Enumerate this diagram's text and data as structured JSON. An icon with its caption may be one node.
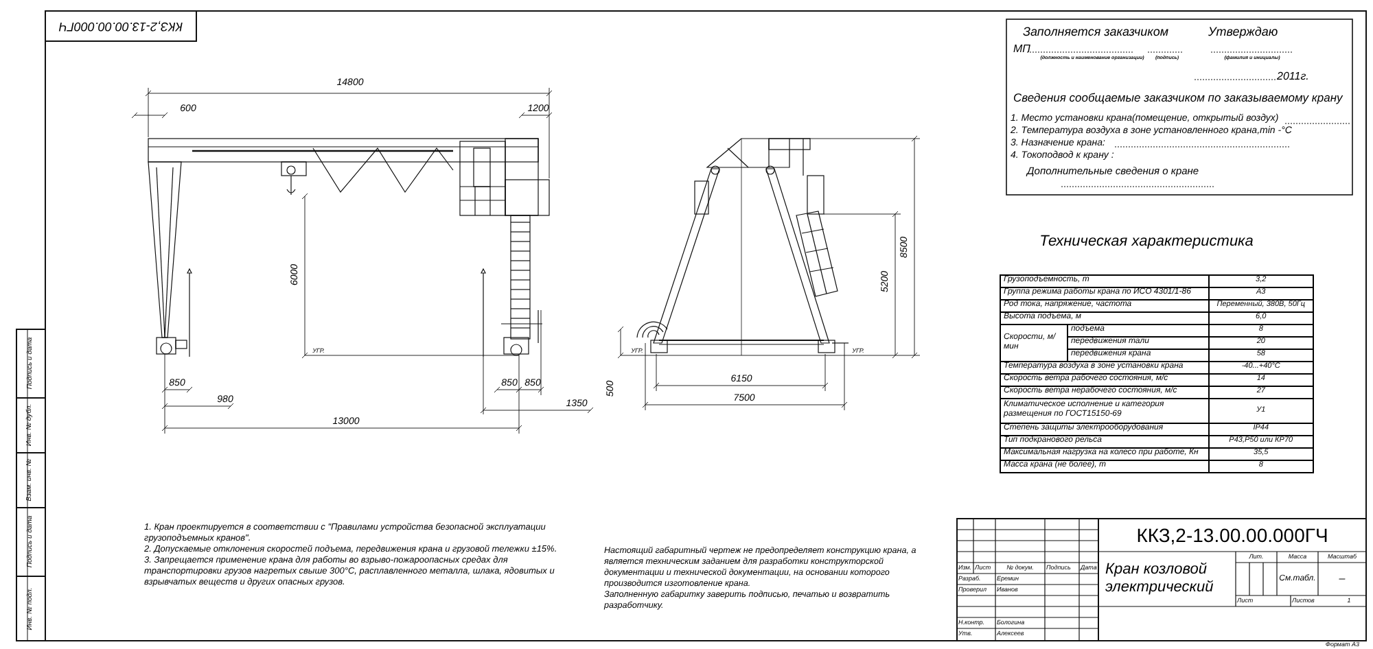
{
  "diagram": {
    "labels": [
      "ККЗ,2-13.00.00.000ГЧ",
      "14800",
      "600",
      "1200",
      "6000",
      "УГР.",
      "850",
      "980",
      "850",
      "850",
      "1350",
      "13000",
      "УГР.",
      "УГР.",
      "8500",
      "5200",
      "500",
      "6150",
      "7500",
      "Заполняется заказчиком",
      "Утверждаю",
      "МП",
      "(должность и наименование организации)",
      "(подпись)",
      "(фамилия и инициалы)",
      "2011г.",
      "Сведения сообщаемые заказчиком по заказываемому крану",
      "1. Место установки крана(помещение, открытый воздух)",
      "2. Температура воздуха в зоне установленного крана,min -°С",
      "3. Назначение крана:",
      "4. Токоподвод к крану :",
      "Дополнительные сведения о кране",
      "Техническая характеристика",
      "Грузоподъемность, т",
      "3,2",
      "Группа режима работы крана по ИСО 4301/1-86",
      "А3",
      "Род тока, напряжение, частота",
      "Переменный, 380В, 50Гц",
      "Высота подъема, м",
      "6,0",
      "Скорости, м/мин",
      "подъема",
      "8",
      "передвижения тали",
      "20",
      "передвижения крана",
      "58",
      "Температура воздуха в зоне установки крана",
      "-40...+40°С",
      "Скорость ветра рабочего состояния, м/с",
      "14",
      "Скорость ветра нерабочего состояния, м/с",
      "27",
      "Климатическое исполнение и категория размещения по ГОСТ15150-69",
      "У1",
      "Степень защиты электрооборудования",
      "IP44",
      "Тип подкранового рельса",
      "Р43,Р50 или КР70",
      "Максимальная нагрузка на колесо при работе, Кн",
      "35,5",
      "Масса крана (не более), т",
      "8",
      "1. Кран проектируется в соответствии с \"Правилами устройства безопасной эксплуатации грузоподъемных кранов\".",
      "2. Допускаемые отклонения скоростей подъема, передвижения крана и грузовой тележки ±15%.",
      "3. Запрещается применение крана для работы во взрыво-пожароопасных средах для транспортировки грузов нагретых свыше 300°С, расплавленного металла, шлака, ядовитых и взрывчатых веществ и других опасных грузов.",
      "Настоящий габаритный чертеж не предопределяет конструкцию крана, а является техническим заданием для разработки конструкторской документации и технической документации, на основании которого производится изготовление крана.",
      "Заполненную габаритку заверить подписью, печатью и возвратить разработчику.",
      "Подпись и дата",
      "Инв. № дубл.",
      "Взам. инв. №",
      "Подпись и дата",
      "Инв. № подл.",
      "Изм.",
      "Лист",
      "№ докум.",
      "Подпись",
      "Дата",
      "Разраб.",
      "Еремин",
      "Проверил",
      "Иванов",
      "Н.контр.",
      "Бологина",
      "Утв.",
      "Алексеев",
      "ККЗ,2-13.00.00.000ГЧ",
      "Кран козловой электрический",
      "Лит.",
      "Масса",
      "Масштаб",
      "См.табл.",
      "–",
      "Лист",
      "Листов",
      "1",
      "Формат А3"
    ]
  }
}
